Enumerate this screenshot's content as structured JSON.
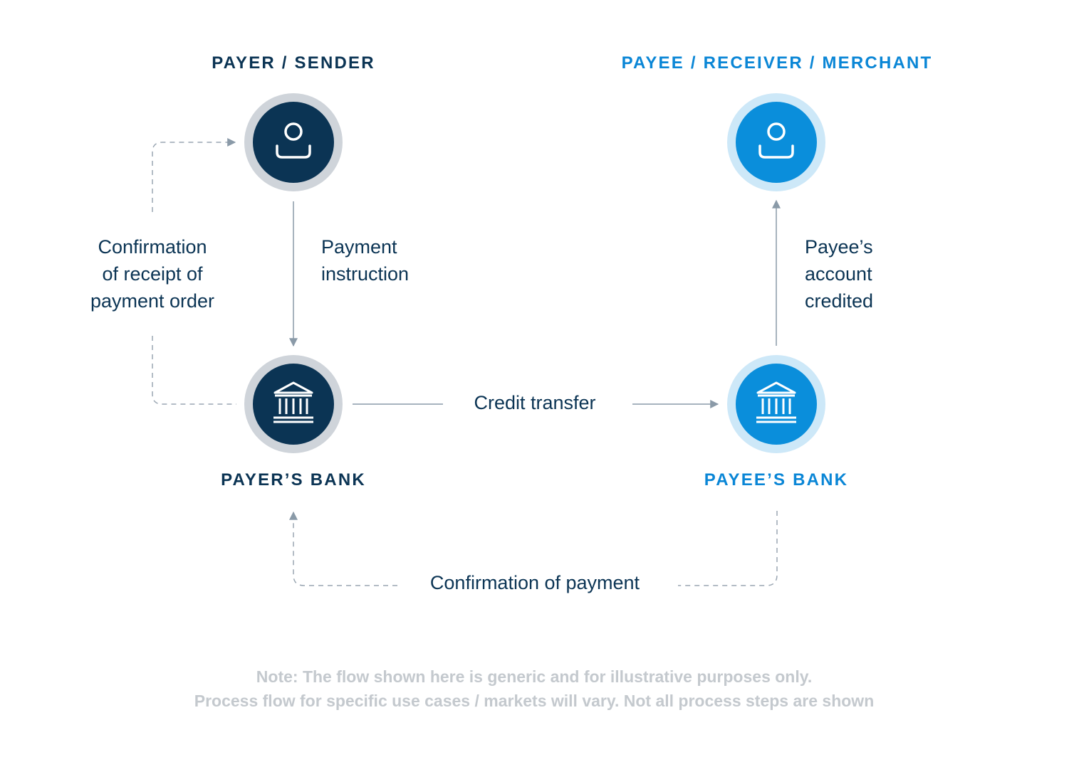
{
  "headings": {
    "payer": "PAYER / SENDER",
    "payee": "PAYEE / RECEIVER / MERCHANT",
    "payer_bank": "PAYER’S BANK",
    "payee_bank": "PAYEE’S BANK"
  },
  "labels": {
    "confirmation_receipt": [
      "Confirmation",
      "of receipt of",
      "payment order"
    ],
    "payment_instruction": [
      "Payment",
      "instruction"
    ],
    "payee_account_credited": [
      "Payee’s",
      "account",
      "credited"
    ],
    "credit_transfer": "Credit transfer",
    "confirmation_payment": "Confirmation of payment"
  },
  "note": [
    "Note: The flow shown here is generic and for illustrative purposes only.",
    "Process flow for specific use cases / markets will vary. Not all process steps are shown"
  ],
  "icons": {
    "payer": "user-icon",
    "payee": "user-icon",
    "payer_bank": "bank-icon",
    "payee_bank": "bank-icon"
  },
  "colors": {
    "dark_navy": "#0b3454",
    "bright_blue": "#0a86d6",
    "dark_ring": "#cfd4da",
    "blue_ring": "#cde8f8",
    "connector": "#8a9aa8",
    "note_text": "#c4c9ce"
  }
}
